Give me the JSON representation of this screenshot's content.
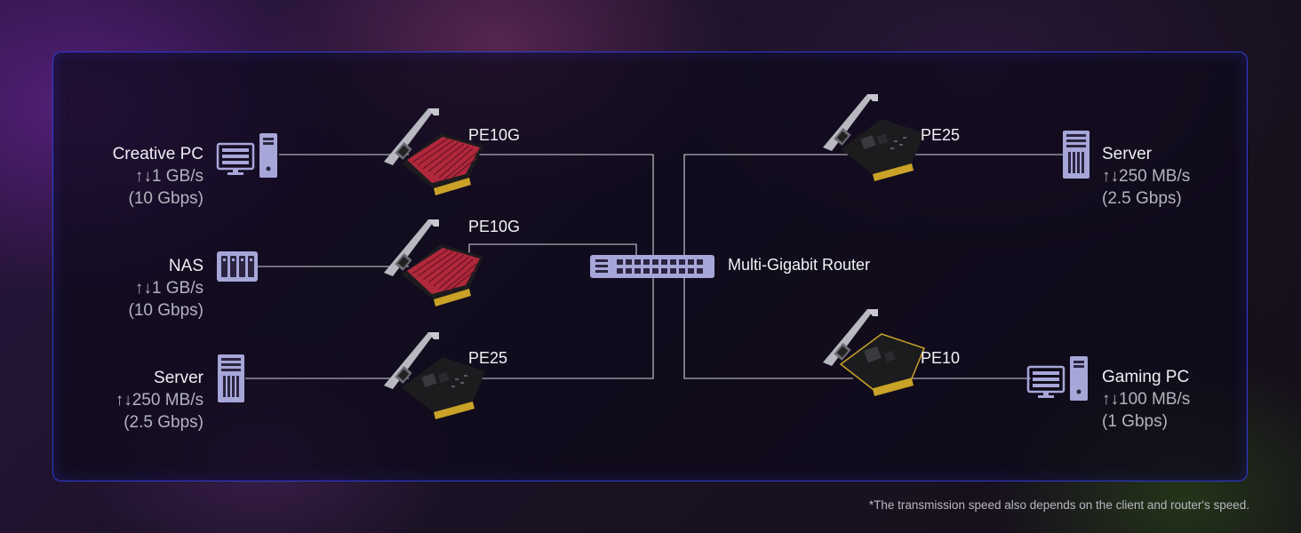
{
  "devices": {
    "creative_pc": {
      "name": "Creative PC",
      "speed": "↑↓1 GB/s",
      "gbps": "(10 Gbps)"
    },
    "nas": {
      "name": "NAS",
      "speed": "↑↓1 GB/s",
      "gbps": "(10 Gbps)"
    },
    "server_left": {
      "name": "Server",
      "speed": "↑↓250 MB/s",
      "gbps": "(2.5 Gbps)"
    },
    "server_right": {
      "name": "Server",
      "speed": "↑↓250 MB/s",
      "gbps": "(2.5 Gbps)"
    },
    "gaming_pc": {
      "name": "Gaming PC",
      "speed": "↑↓100 MB/s",
      "gbps": "(1 Gbps)"
    }
  },
  "cards": {
    "card_1": "PE10G",
    "card_2": "PE10G",
    "card_3": "PE25",
    "card_4": "PE25",
    "card_5": "PE10"
  },
  "router": {
    "label": "Multi-Gigabit Router"
  },
  "footnote": "*The transmission speed also depends on the client and router's speed.",
  "colors": {
    "panel_border": "#2f3bd1",
    "icon_lavender": "#a6a6d8",
    "heatsink_red": "#b0283c",
    "pcb": "#1c1c1e",
    "pcb_gold": "#c9a227"
  }
}
